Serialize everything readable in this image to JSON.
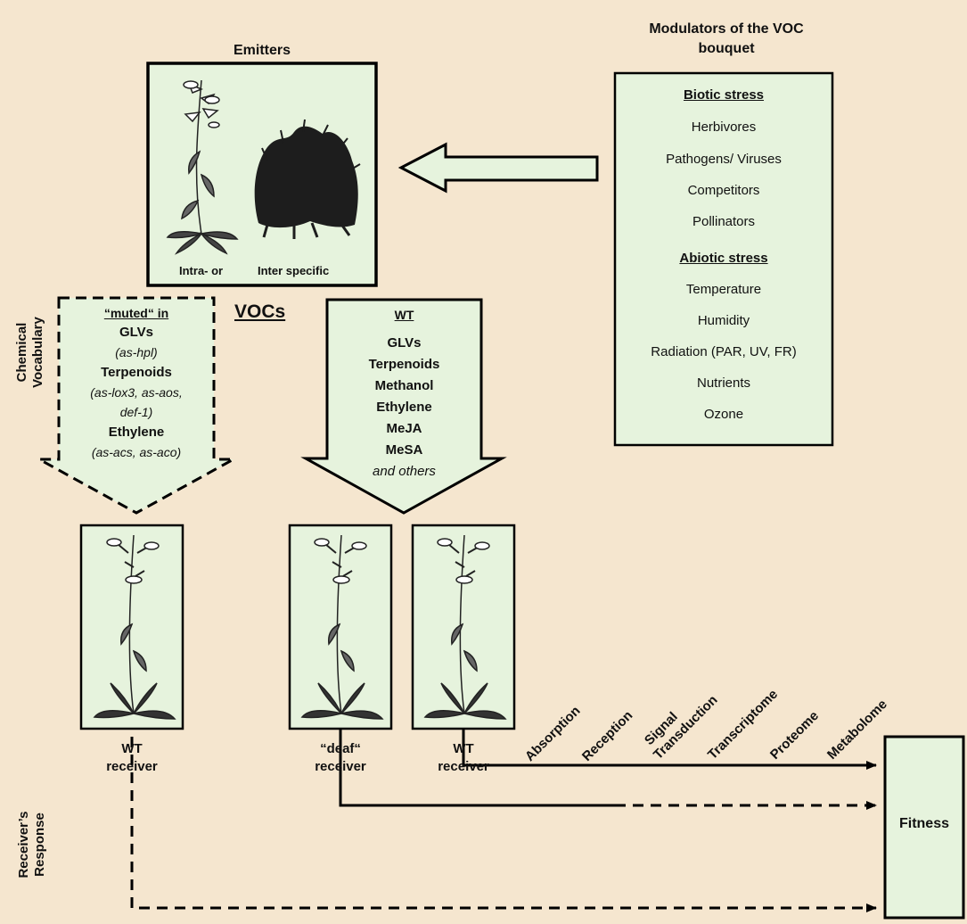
{
  "emitters": {
    "title": "Emitters",
    "label_intra": "Intra- or",
    "label_inter": "Inter specific"
  },
  "modulators": {
    "title_line1": "Modulators of the  VOC",
    "title_line2": "bouquet",
    "biotic_heading": "Biotic stress",
    "biotic_items": [
      "Herbivores",
      "Pathogens/ Viruses",
      "Competitors",
      "Pollinators"
    ],
    "abiotic_heading": "Abiotic stress",
    "abiotic_items": [
      "Temperature",
      "Humidity",
      "Radiation (PAR, UV, FR)",
      "Nutrients",
      "Ozone"
    ]
  },
  "vocs_label": "VOCs",
  "chemical_vocabulary": {
    "line1": "Chemical",
    "line2": "Vocabulary"
  },
  "muted": {
    "heading": "“muted“ in",
    "glvs": "GLVs",
    "glvs_genes": "(as-hpl)",
    "terpenoids": "Terpenoids",
    "terpenoids_genes_1": "(as-lox3, as-aos,",
    "terpenoids_genes_2": "def-1)",
    "ethylene": "Ethylene",
    "ethylene_genes": "(as-acs, as-aco)"
  },
  "wt_emission": {
    "heading": "WT",
    "items": [
      "GLVs",
      "Terpenoids",
      "Methanol",
      "Ethylene",
      "MeJA",
      "MeSA"
    ],
    "others": "and others"
  },
  "receivers": [
    {
      "line1": "WT",
      "line2": "receiver"
    },
    {
      "line1": "“deaf“",
      "line2": "receiver"
    },
    {
      "line1": "WT",
      "line2": "receiver"
    }
  ],
  "receivers_response": {
    "line1": "Receiver’s",
    "line2": "Response"
  },
  "response_steps": [
    "Absorption",
    "Reception",
    "Signal",
    "Transduction",
    "Transcriptome",
    "Proteome",
    "Metabolome"
  ],
  "fitness_label": "Fitness",
  "colors": {
    "background": "#f5e6cf",
    "box_fill": "#e6f3dd",
    "stroke": "#000000"
  }
}
